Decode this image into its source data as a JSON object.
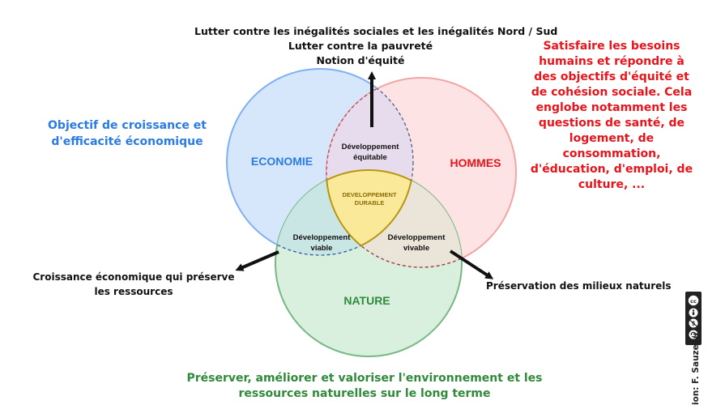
{
  "circles": {
    "economie": {
      "label": "ECONOMIE",
      "color": "#2a7be4"
    },
    "hommes": {
      "label": "HOMMES",
      "color": "#e8141b"
    },
    "nature": {
      "label": "NATURE",
      "color": "#2f8a3a"
    }
  },
  "intersections": {
    "equitable": {
      "line1": "Développement",
      "line2": "équitable"
    },
    "viable": {
      "line1": "Développement",
      "line2": "viable"
    },
    "vivable": {
      "line1": "Développement",
      "line2": "vivable"
    },
    "durable": {
      "line1": "DEVELOPPEMENT",
      "line2": "DURABLE"
    }
  },
  "goals": {
    "top": [
      "Lutter contre les inégalités sociales et les inégalités Nord / Sud",
      "Lutter contre la pauvreté",
      "Notion d'équité"
    ],
    "left": "Objectif de croissance et d'efficacité économique",
    "right": "Satisfaire les besoins humains et répondre à des objectifs d'équité et de cohésion sociale. Cela englobe notamment les questions de santé, de logement, de consommation, d'éducation, d'emploi, de culture, ...",
    "left_bottom": "Croissance économique qui préserve les ressources",
    "right_bottom": "Préservation des milieux naturels",
    "bottom": "Préserver, améliorer et valoriser l'environnement et les ressources naturelles sur le long terme"
  },
  "credit": "ion: F. Sauzeau",
  "license_badge": {
    "icons": [
      "cc-icon",
      "by-icon",
      "nc-icon",
      "sa-icon"
    ]
  }
}
